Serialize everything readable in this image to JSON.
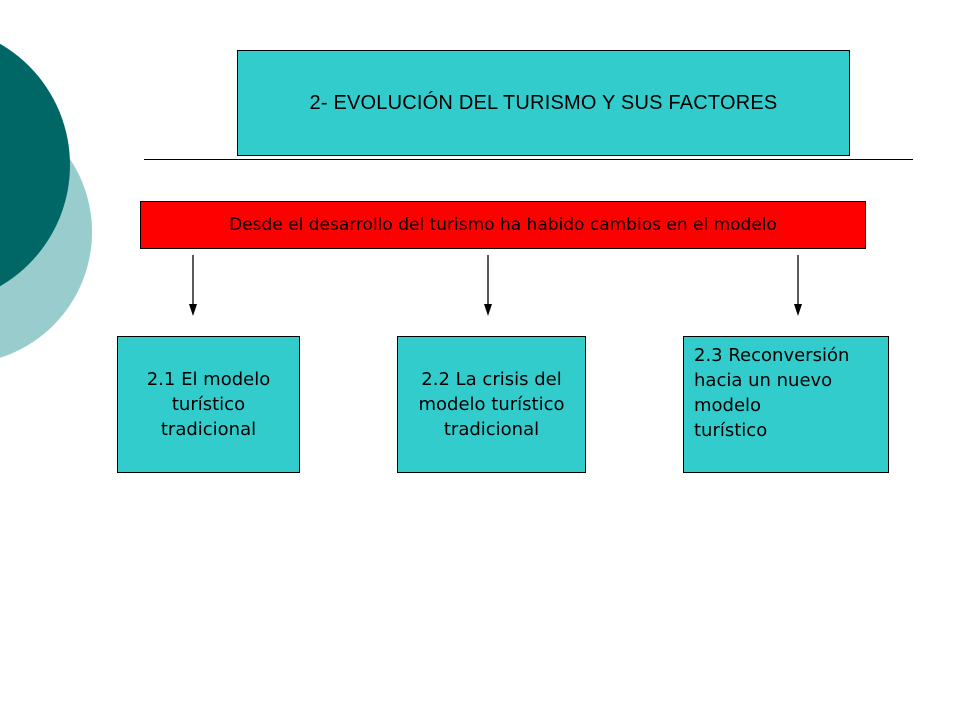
{
  "title": "2- EVOLUCIÓN DEL TURISMO Y SUS FACTORES",
  "banner": "Desde el desarrollo del turismo ha habido cambios en el modelo",
  "boxes": [
    {
      "lines": [
        "2.1 El modelo",
        "turístico",
        "tradicional"
      ]
    },
    {
      "lines": [
        "2.2 La crisis del",
        "modelo turístico",
        "tradicional"
      ]
    },
    {
      "lines": [
        "2.3 Reconversión",
        "hacia un nuevo",
        "modelo",
        "turístico"
      ]
    }
  ],
  "colors": {
    "box_fill": "#33cccc",
    "banner_fill": "#ff0000",
    "deco_dark": "#006666",
    "deco_light": "#99cccc"
  }
}
